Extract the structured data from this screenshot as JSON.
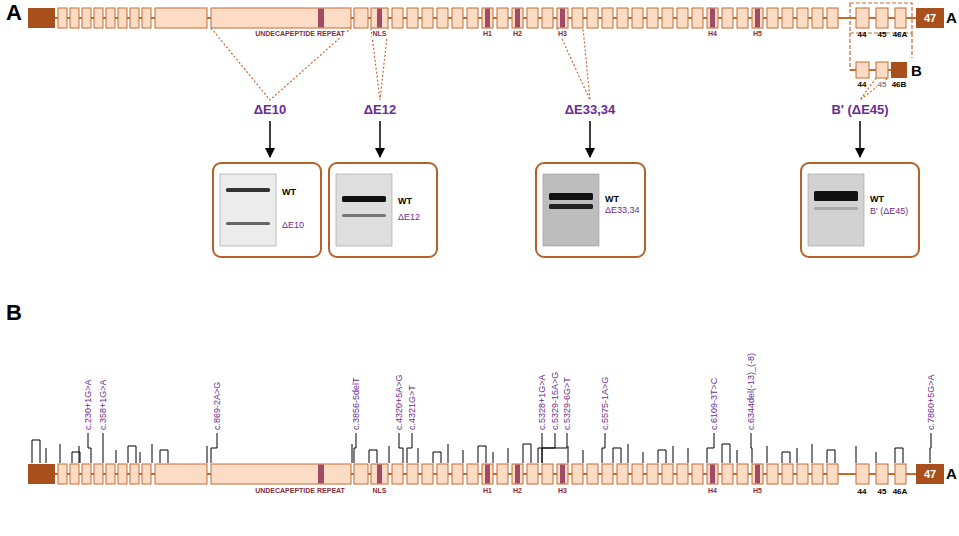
{
  "diagram": {
    "nodes": [
      {
        "text": [
          "47"
        ]
      },
      {
        "text": [
          "WT",
          "ΔE10"
        ]
      },
      {
        "text": [
          "WT",
          "ΔE12"
        ]
      },
      {
        "text": [
          "WT",
          "ΔE33,34"
        ]
      },
      {
        "text": [
          "WT",
          "B' (ΔE45)"
        ]
      },
      {
        "text": [
          "47"
        ]
      }
    ],
    "labels": [
      "A",
      "UNDECAPEPTIDE REPEAT",
      "NLS",
      "H1",
      "H2",
      "H3",
      "H4",
      "H5",
      "44",
      "45",
      "46A",
      "A",
      "44",
      "45",
      "46B",
      "B",
      "ΔE10",
      "ΔE12",
      "ΔE33,34",
      "B' (ΔE45)",
      "B",
      "c.230+1G>A",
      "c.358+1G>A",
      "c.869-2A>G",
      "c.3856-5delT",
      "c.4320+5A>G",
      "c.4321G>T",
      "c.5328+1G>A",
      "c.5329-15A>G",
      "c.5329-6G>T",
      "c.5575-1A>G",
      "c.6109-3T>C",
      "c.6344del(-13)_(-8)",
      "c.7860+5G>A",
      "UNDECAPEPTIDE REPEAT",
      "NLS",
      "H1",
      "H2",
      "H3",
      "H4",
      "H5",
      "44",
      "45",
      "46A",
      "A"
    ]
  }
}
